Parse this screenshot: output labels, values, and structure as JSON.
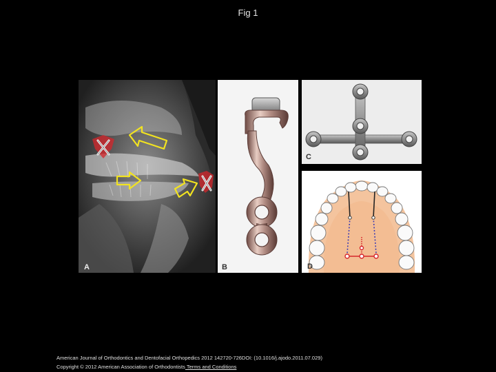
{
  "title": "Fig 1",
  "panels": {
    "a": "A",
    "b": "B",
    "c": "C",
    "d": "D"
  },
  "footer": {
    "line1": "American Journal of Orthodontics and Dentofacial Orthopedics 2012 142720-726DOI: (10.1016/j.ajodo.2011.07.029)",
    "copyright": "Copyright © 2012 American Association of Orthodontists",
    "terms_link": " Terms and Conditions"
  },
  "colors": {
    "arrow_yellow": "#f2e320",
    "mark_red": "#d6262b",
    "dotted_blue": "#3c3cb4",
    "tissue_peach": "#f4c49e"
  }
}
